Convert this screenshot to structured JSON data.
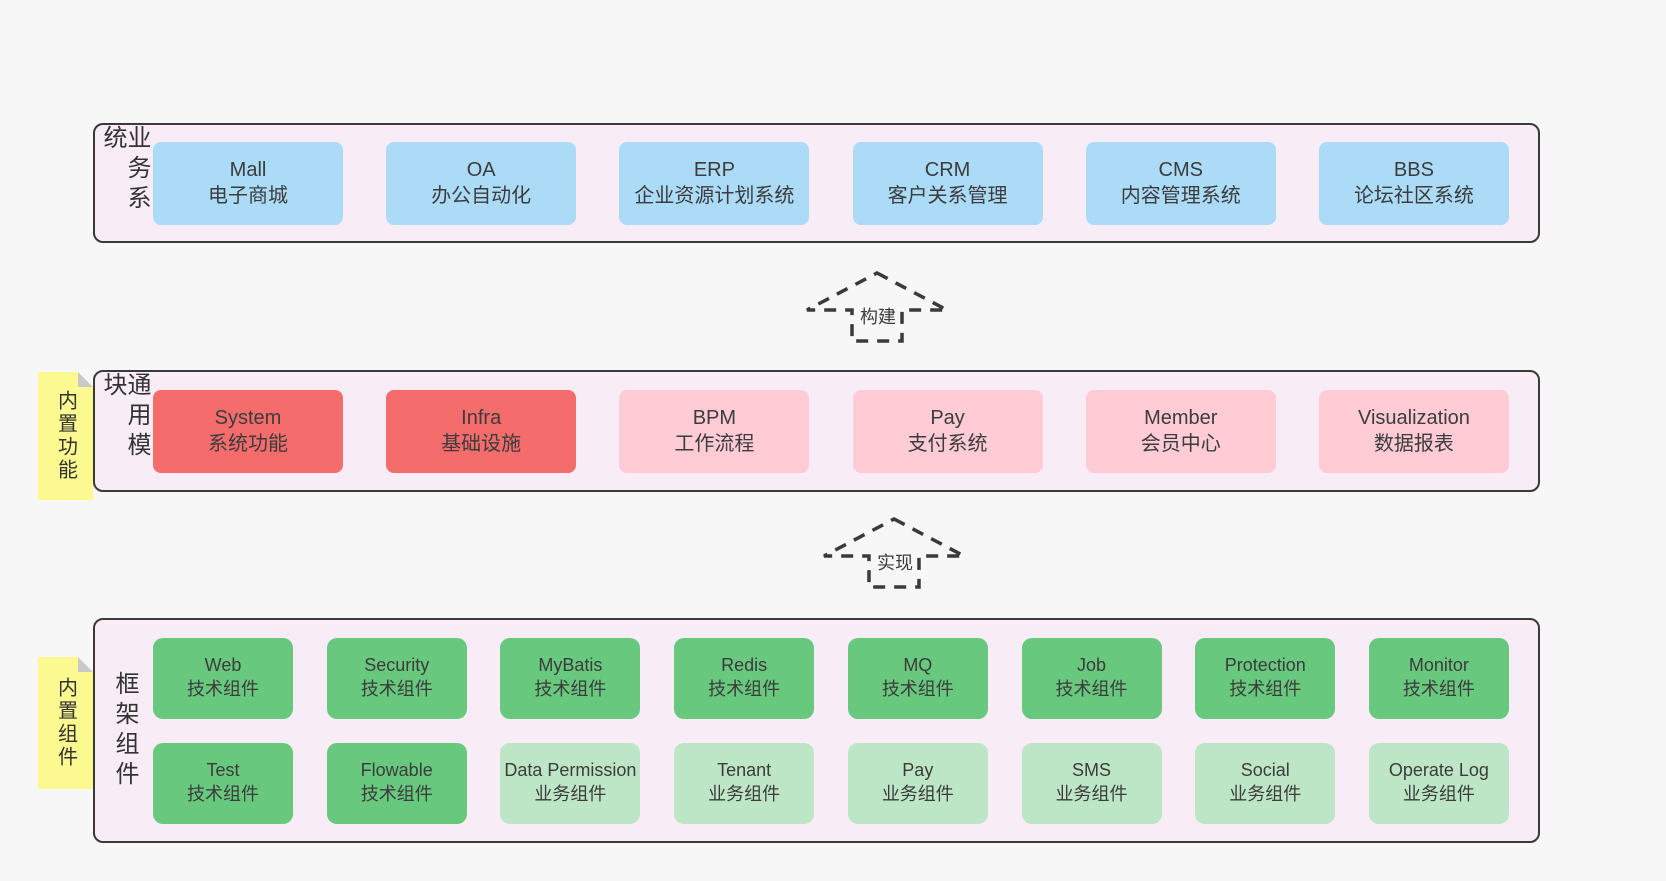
{
  "colors": {
    "page_bg": "#f7f7f7",
    "band_bg": "#f8ecf7",
    "band_border": "#3a3a3a",
    "blue": "#abdbf7",
    "red": "#f56c6c",
    "pink": "#ffcbd4",
    "green_dark": "#67c87e",
    "green_light": "#bce6c5",
    "sticky_yellow": "#fbf98f",
    "sticky_fold": "#c9c9c9",
    "text": "#3c3c3c"
  },
  "arrows": [
    {
      "label": "构建"
    },
    {
      "label": "实现"
    }
  ],
  "bands": [
    {
      "label": "业务系统",
      "rows": [
        [
          {
            "name": "Mall",
            "subtitle": "电子商城",
            "color": "blue"
          },
          {
            "name": "OA",
            "subtitle": "办公自动化",
            "color": "blue"
          },
          {
            "name": "ERP",
            "subtitle": "企业资源计划系统",
            "color": "blue"
          },
          {
            "name": "CRM",
            "subtitle": "客户关系管理",
            "color": "blue"
          },
          {
            "name": "CMS",
            "subtitle": "内容管理系统",
            "color": "blue"
          },
          {
            "name": "BBS",
            "subtitle": "论坛社区系统",
            "color": "blue"
          }
        ]
      ]
    },
    {
      "label": "通用模块",
      "sticky": "内置功能",
      "rows": [
        [
          {
            "name": "System",
            "subtitle": "系统功能",
            "color": "red"
          },
          {
            "name": "Infra",
            "subtitle": "基础设施",
            "color": "red"
          },
          {
            "name": "BPM",
            "subtitle": "工作流程",
            "color": "pink"
          },
          {
            "name": "Pay",
            "subtitle": "支付系统",
            "color": "pink"
          },
          {
            "name": "Member",
            "subtitle": "会员中心",
            "color": "pink"
          },
          {
            "name": "Visualization",
            "subtitle": "数据报表",
            "color": "pink"
          }
        ]
      ]
    },
    {
      "label": "框架组件",
      "sticky": "内置组件",
      "rows": [
        [
          {
            "name": "Web",
            "subtitle": "技术组件",
            "color": "green_dark"
          },
          {
            "name": "Security",
            "subtitle": "技术组件",
            "color": "green_dark"
          },
          {
            "name": "MyBatis",
            "subtitle": "技术组件",
            "color": "green_dark"
          },
          {
            "name": "Redis",
            "subtitle": "技术组件",
            "color": "green_dark"
          },
          {
            "name": "MQ",
            "subtitle": "技术组件",
            "color": "green_dark"
          },
          {
            "name": "Job",
            "subtitle": "技术组件",
            "color": "green_dark"
          },
          {
            "name": "Protection",
            "subtitle": "技术组件",
            "color": "green_dark"
          },
          {
            "name": "Monitor",
            "subtitle": "技术组件",
            "color": "green_dark"
          }
        ],
        [
          {
            "name": "Test",
            "subtitle": "技术组件",
            "color": "green_dark"
          },
          {
            "name": "Flowable",
            "subtitle": "技术组件",
            "color": "green_dark"
          },
          {
            "name": "Data Permission",
            "subtitle": "业务组件",
            "color": "green_light"
          },
          {
            "name": "Tenant",
            "subtitle": "业务组件",
            "color": "green_light"
          },
          {
            "name": "Pay",
            "subtitle": "业务组件",
            "color": "green_light"
          },
          {
            "name": "SMS",
            "subtitle": "业务组件",
            "color": "green_light"
          },
          {
            "name": "Social",
            "subtitle": "业务组件",
            "color": "green_light"
          },
          {
            "name": "Operate Log",
            "subtitle": "业务组件",
            "color": "green_light"
          }
        ]
      ]
    }
  ]
}
